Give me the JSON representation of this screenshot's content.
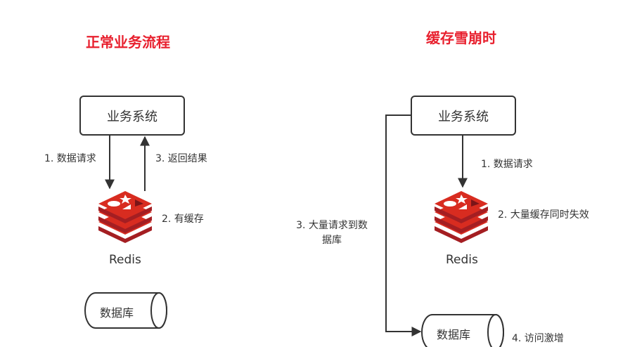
{
  "colors": {
    "title": "#e8202e",
    "line": "#333333",
    "redis_red": "#c6282b"
  },
  "left_panel": {
    "title": "正常业务流程",
    "system_box": "业务系统",
    "step1": "1. 数据请求",
    "step2": "2. 有缓存",
    "step3": "3. 返回结果",
    "cache_icon": "redis-logo-icon",
    "cache_label": "Redis",
    "database_label": "数据库"
  },
  "right_panel": {
    "title": "缓存雪崩时",
    "system_box": "业务系统",
    "step1": "1. 数据请求",
    "step2": "2. 大量缓存同时失效",
    "step3_line1": "3. 大量请求到数",
    "step3_line2": "据库",
    "step4": "4. 访问激增",
    "cache_icon": "redis-logo-icon",
    "cache_label": "Redis",
    "database_label": "数据库"
  }
}
